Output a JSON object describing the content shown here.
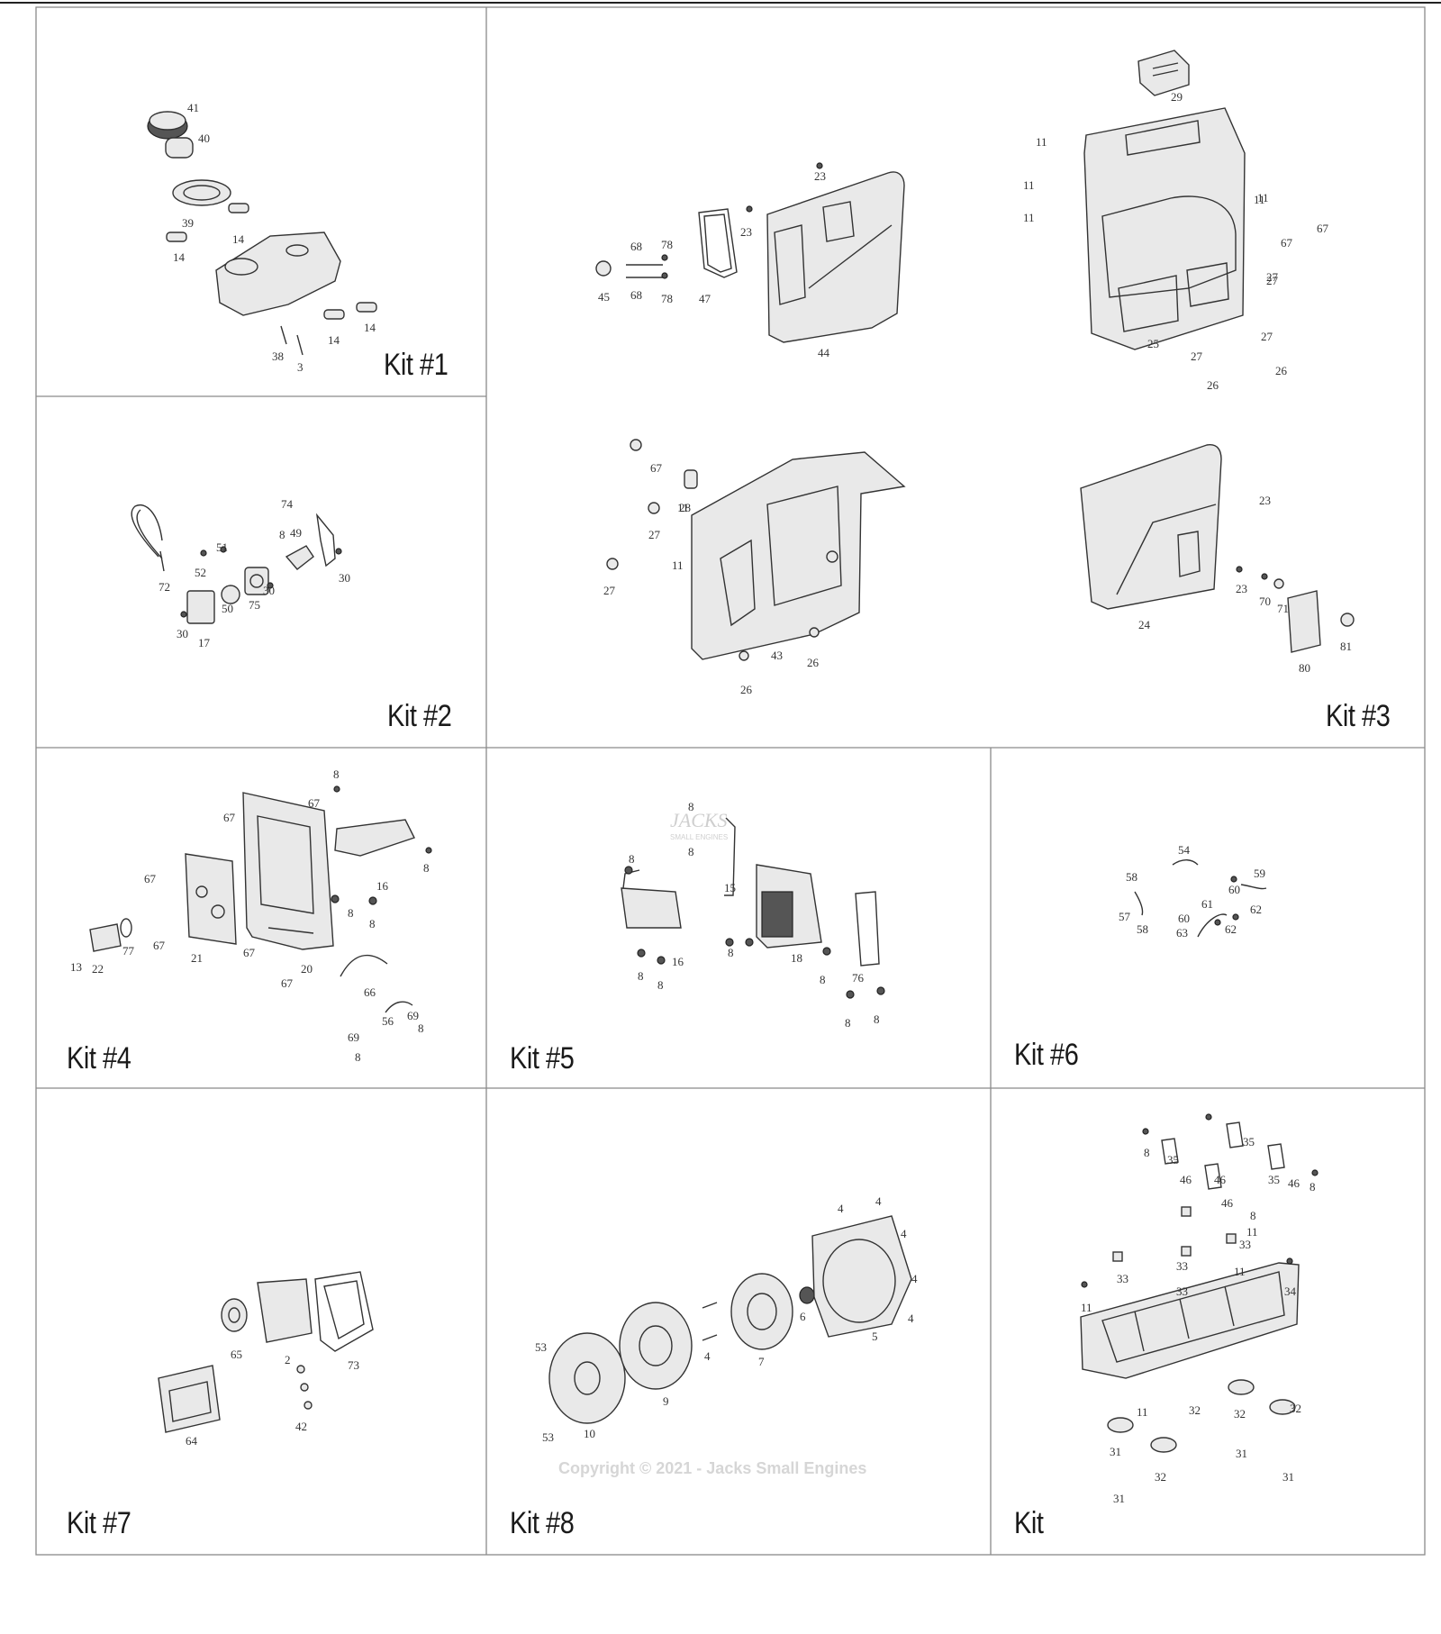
{
  "kits": [
    {
      "id": "kit1",
      "label": "Kit #1",
      "parts": [
        "41",
        "40",
        "39",
        "14",
        "14",
        "14",
        "14",
        "38",
        "3"
      ]
    },
    {
      "id": "kit2",
      "label": "Kit #2",
      "parts": [
        "74",
        "8",
        "49",
        "72",
        "52",
        "51",
        "50",
        "75",
        "30",
        "30",
        "30",
        "17"
      ]
    },
    {
      "id": "kit3",
      "label": "Kit #3",
      "parts": [
        "23",
        "68",
        "78",
        "45",
        "68",
        "78",
        "47",
        "23",
        "44",
        "29",
        "11",
        "11",
        "11",
        "11",
        "25",
        "27",
        "27",
        "27",
        "26",
        "26",
        "67",
        "67",
        "27",
        "67",
        "11",
        "28",
        "11",
        "27",
        "11",
        "27",
        "43",
        "26",
        "26",
        "23",
        "23",
        "70",
        "71",
        "24",
        "80",
        "81"
      ]
    },
    {
      "id": "kit4",
      "label": "Kit #4",
      "parts": [
        "8",
        "67",
        "67",
        "16",
        "8",
        "67",
        "13",
        "22",
        "77",
        "67",
        "21",
        "67",
        "20",
        "67",
        "8",
        "8",
        "66",
        "56",
        "69",
        "69",
        "8",
        "8"
      ]
    },
    {
      "id": "kit5",
      "label": "Kit #5",
      "parts": [
        "8",
        "8",
        "15",
        "8",
        "16",
        "8",
        "8",
        "8",
        "18",
        "8",
        "76",
        "8",
        "8"
      ]
    },
    {
      "id": "kit6",
      "label": "Kit #6",
      "parts": [
        "54",
        "58",
        "57",
        "58",
        "59",
        "60",
        "62",
        "61",
        "60",
        "63",
        "62"
      ]
    },
    {
      "id": "kit7",
      "label": "Kit #7",
      "parts": [
        "64",
        "65",
        "2",
        "73",
        "42"
      ]
    },
    {
      "id": "kit8",
      "label": "Kit #8",
      "parts": [
        "4",
        "4",
        "4",
        "4",
        "4",
        "6",
        "5",
        "7",
        "4",
        "9",
        "10",
        "53",
        "53"
      ]
    },
    {
      "id": "kit9",
      "label": "Kit",
      "parts": [
        "8",
        "35",
        "35",
        "46",
        "46",
        "35",
        "46",
        "46",
        "8",
        "8",
        "11",
        "33",
        "33",
        "33",
        "33",
        "11",
        "11",
        "34",
        "32",
        "32",
        "32",
        "31",
        "31",
        "31",
        "32",
        "31",
        "11"
      ]
    }
  ],
  "watermark": {
    "brand": "JACKS",
    "sub": "SMALL ENGINES",
    "copyright": "Copyright © 2021 - Jacks Small Engines"
  }
}
